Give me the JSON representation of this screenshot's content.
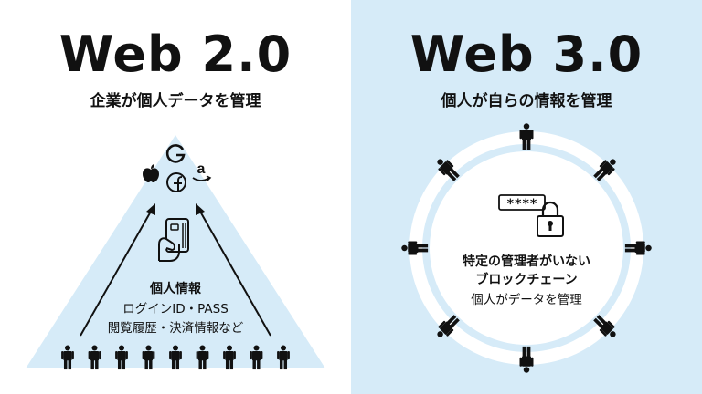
{
  "left": {
    "title": "Web 2.0",
    "subtitle": "企業が個人データを管理",
    "info_heading": "個人情報",
    "info_line1": "ログインID・PASS",
    "info_line2": "閲覧履歴・決済情報など",
    "platform_icons": [
      "google-icon",
      "apple-icon",
      "facebook-icon",
      "amazon-icon"
    ],
    "people_count": 9,
    "accent_color": "#d6ebf8"
  },
  "right": {
    "title": "Web 3.0",
    "subtitle": "個人が自らの情報を管理",
    "center_line1": "特定の管理者がいない",
    "center_line2": "ブロックチェーン",
    "center_line3": "個人がデータを管理",
    "password_mask": "****",
    "people_count": 8,
    "bg_color": "#d6ebf8"
  }
}
